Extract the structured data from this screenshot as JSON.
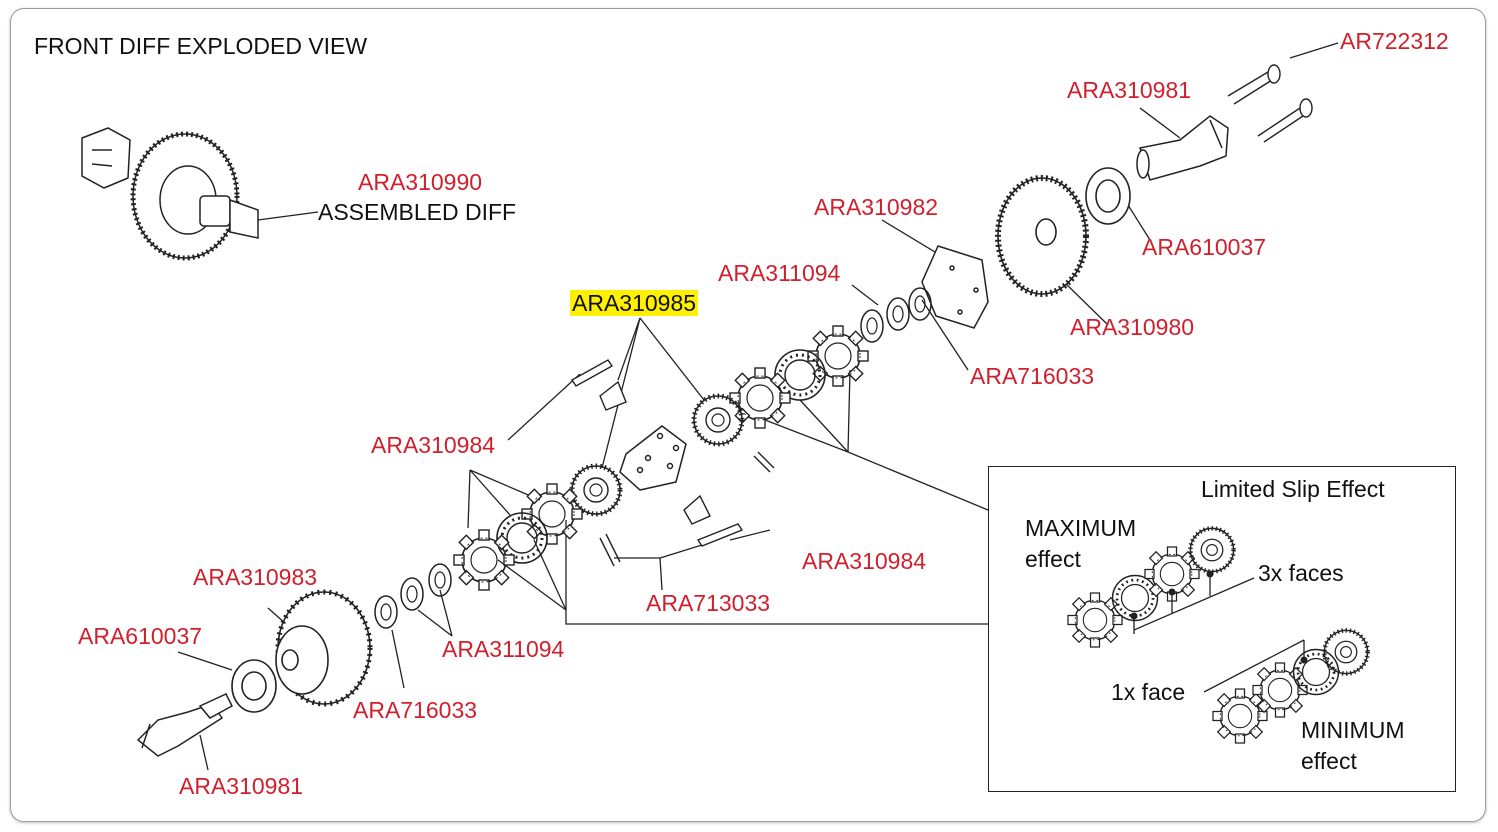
{
  "title": "FRONT DIFF EXPLODED VIEW",
  "parts": {
    "ar722312": "AR722312",
    "ara310981_top": "ARA310981",
    "ara310990": "ARA310990",
    "assembled_diff": "ASSEMBLED DIFF",
    "ara310982": "ARA310982",
    "ara610037_top": "ARA610037",
    "ara311094_top": "ARA311094",
    "ara310980": "ARA310980",
    "ara310985": "ARA310985",
    "ara716033_top": "ARA716033",
    "ara310984_left": "ARA310984",
    "ara310984_right": "ARA310984",
    "ara713033": "ARA713033",
    "ara310983": "ARA310983",
    "ara610037_bottom": "ARA610037",
    "ara311094_bottom": "ARA311094",
    "ara716033_bottom": "ARA716033",
    "ara310981_bottom": "ARA310981"
  },
  "inset": {
    "title": "Limited Slip Effect",
    "maximum_line1": "MAXIMUM",
    "maximum_line2": "effect",
    "three_faces": "3x faces",
    "one_face": "1x face",
    "minimum_line1": "MINIMUM",
    "minimum_line2": "effect"
  },
  "colors": {
    "part_number": "#d0202e",
    "highlight": "#ffef00",
    "text": "#111111"
  }
}
